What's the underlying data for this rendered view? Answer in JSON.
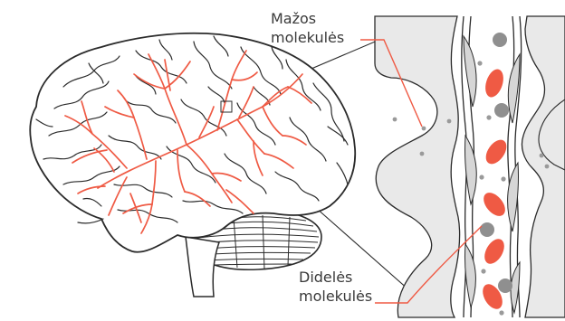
{
  "labels": {
    "small_molecules_line1": "Mažos",
    "small_molecules_line2": "molekulės",
    "large_molecules_line1": "Didelės",
    "large_molecules_line2": "molekulės"
  },
  "colors": {
    "outline": "#2b2b2b",
    "vessels": "#ef5a44",
    "cell_fill": "#e9e9e9",
    "red_blood_cell": "#ef5a44",
    "large_molecule": "#8f8f8f",
    "small_molecule": "#9a9a9a"
  }
}
